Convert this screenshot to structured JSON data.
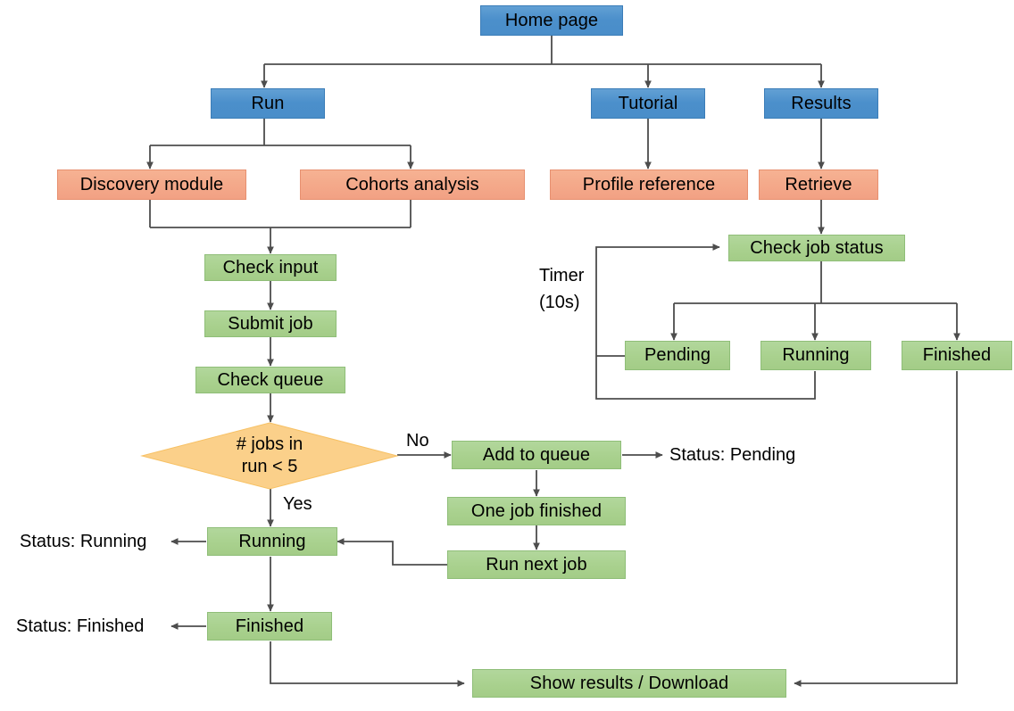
{
  "diagram": {
    "title": "Platform job workflow flowchart",
    "colors": {
      "blue": "#4b8fcb",
      "orange": "#f4a98a",
      "green": "#a9d18e",
      "diamond": "#fbd08a",
      "line_dark": "#404040",
      "line_black": "#1a1a1a",
      "text": "#000000",
      "background": "#ffffff"
    }
  },
  "nodes": {
    "home_page": "Home page",
    "run": "Run",
    "tutorial": "Tutorial",
    "results": "Results",
    "discovery_module": "Discovery module",
    "cohorts_analysis": "Cohorts  analysis",
    "profile_reference": "Profile reference",
    "retrieve": "Retrieve",
    "check_input": "Check input",
    "submit_job": "Submit job",
    "check_queue": "Check queue",
    "decision_line1": "# jobs in",
    "decision_line2": "run < 5",
    "add_to_queue": "Add to queue",
    "one_job_finished": "One job finished",
    "run_next_job": "Run next job",
    "running": "Running",
    "finished": "Finished",
    "check_job_status": "Check job status",
    "status_pending_node": "Pending",
    "status_running_node": "Running",
    "status_finished_node": "Finished",
    "show_results_download": "Show results / Download"
  },
  "labels": {
    "timer_line1": "Timer",
    "timer_line2": "(10s)",
    "edge_no": "No",
    "edge_yes": "Yes",
    "status_pending": "Status: Pending",
    "status_running": "Status: Running",
    "status_finished": "Status: Finished"
  }
}
